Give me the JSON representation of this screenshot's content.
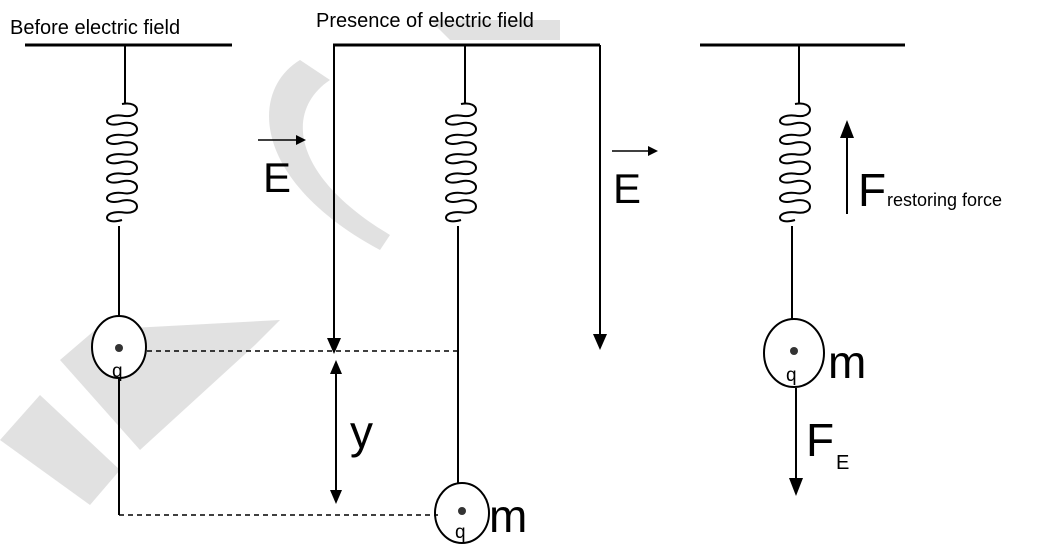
{
  "labels": {
    "before": "Before electric field",
    "presence": "Presence of electric field",
    "E": "E",
    "y": "y",
    "m": "m",
    "q": "q",
    "F": "F",
    "restoring_sub": "restoring force",
    "E_sub": "E"
  },
  "watermark": "RMCL",
  "colors": {
    "line": "#000000",
    "text": "#000000",
    "watermark": "#c9c9c9"
  }
}
